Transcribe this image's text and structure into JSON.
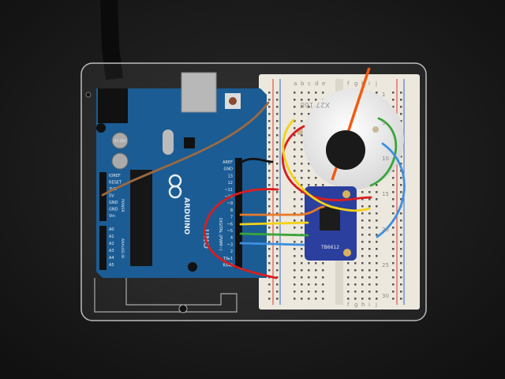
{
  "photo": {
    "arduino": {
      "brand": "ARDUINO",
      "model": "UNO",
      "digital_header_label": "DIGITAL (PWM~)",
      "power_header_label": "POWER",
      "analog_header_label": "ANALOG IN",
      "digital_pins": [
        "AREF",
        "GND",
        "13",
        "12",
        "~11",
        "~10",
        "~9",
        "8",
        "7",
        "~6",
        "~5",
        "4",
        "~3",
        "2",
        "TX▸1",
        "RX◂0"
      ],
      "power_pins": [
        "IOREF",
        "RESET",
        "3V3",
        "5V",
        "GND",
        "GND",
        "Vin"
      ],
      "analog_pins": [
        "A0",
        "A1",
        "A2",
        "A3",
        "A4",
        "A5"
      ],
      "capacitor_label": "47 25V"
    },
    "breadboard": {
      "columns_left": [
        "a",
        "b",
        "c",
        "d",
        "e"
      ],
      "columns_right": [
        "f",
        "g",
        "h",
        "i",
        "j"
      ],
      "row_numbers": [
        "1",
        "5",
        "10",
        "15",
        "20",
        "25",
        "30"
      ]
    },
    "stepper_motor": {
      "label": "X27 168"
    },
    "driver_board": {
      "label": "TB6612"
    },
    "colors": {
      "background": "#161616",
      "arduino_blue": "#1b5c94",
      "breadboard": "#ece8dd",
      "driver_blue": "#2b3f9e",
      "wire_red": "#d81e1e",
      "wire_orange": "#e87a2a",
      "wire_yellow": "#f2d21a",
      "wire_green": "#3aa53a",
      "wire_blue": "#3f8fe0",
      "wire_brown": "#9a6a42",
      "needle_orange": "#f25a10"
    }
  }
}
